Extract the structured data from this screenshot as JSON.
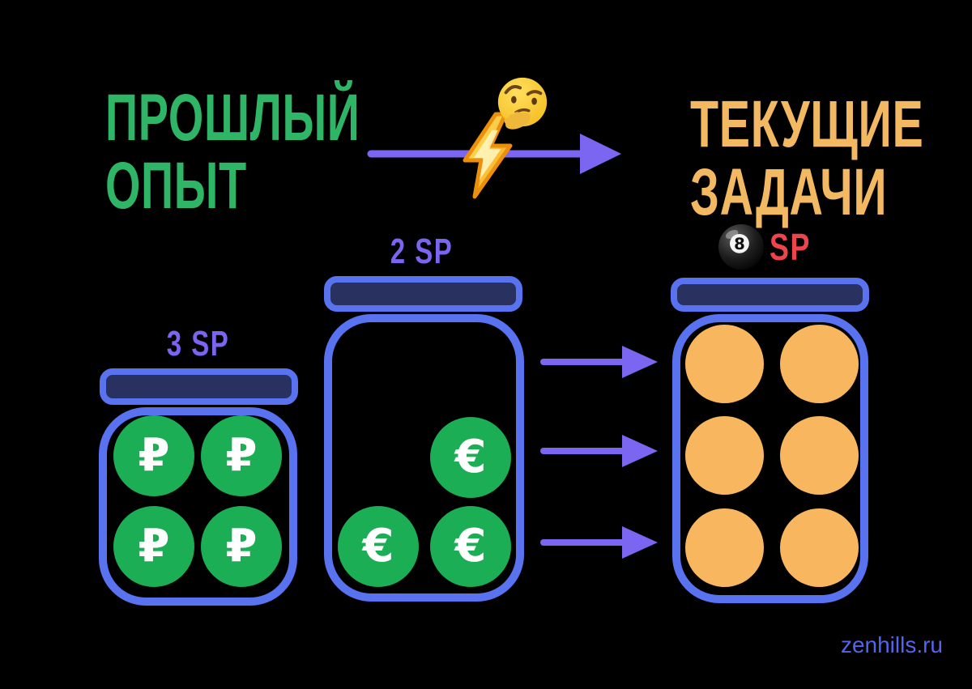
{
  "diagram": {
    "left_title": {
      "line1": "ПРОШЛЫЙ",
      "line2": "ОПЫТ"
    },
    "right_title": {
      "line1": "ТЕКУЩИЕ",
      "line2": "ЗАДАЧИ"
    },
    "transform_icons": {
      "thinking_icon": "thinking-face-emoji",
      "lightning_icon": "high-voltage-bolt-emoji"
    },
    "jars": [
      {
        "name": "past-jar-rubles",
        "label": "3 SP",
        "coin_symbol": "₽",
        "coin_currency": "ruble",
        "coin_count": 4,
        "coin_color": "#1BAE55"
      },
      {
        "name": "past-jar-euros",
        "label": "2 SP",
        "coin_symbol": "€",
        "coin_currency": "euro",
        "coin_count": 3,
        "coin_color": "#1BAE55"
      },
      {
        "name": "current-tasks-jar",
        "label": "SP",
        "label_icon": "eight-ball-emoji",
        "coin_symbol": "",
        "coin_count": 6,
        "coin_color": "#F8B75F"
      }
    ],
    "watermark": "zenhills.ru",
    "colors": {
      "background": "#000000",
      "past_title_green": "#2EB566",
      "current_title_orange": "#F3B862",
      "arrow_purple": "#7B66F2",
      "label_purple": "#7C63F0",
      "jar_outline_blue": "#5872F0",
      "jar_lid_navy": "#293160",
      "coin_green": "#1BAE55",
      "circle_orange": "#F8B75F",
      "sp_red": "#F0444D",
      "watermark_blue": "#5266EC"
    }
  }
}
